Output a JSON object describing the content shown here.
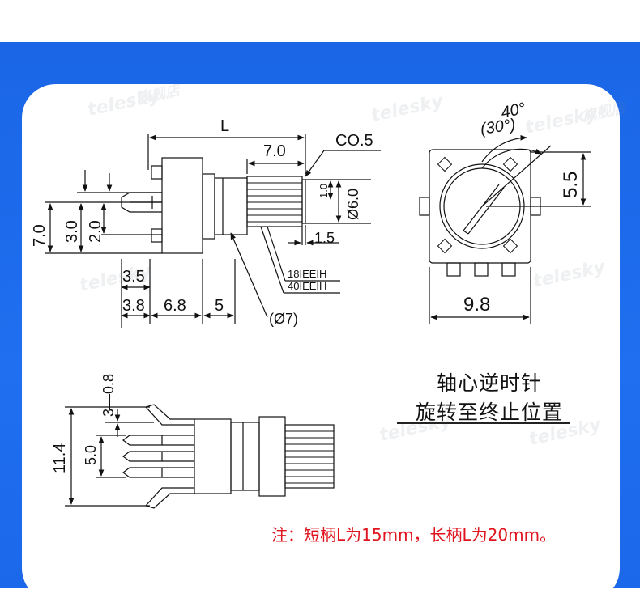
{
  "colors": {
    "page_blue": "#1f6ff0",
    "panel": "#ffffff",
    "line": "#111111",
    "note_red": "#e0141e"
  },
  "labels": {
    "L": "L",
    "d7_0": "7.0",
    "co": "CO.5",
    "d1_0": "1.0",
    "d6_0": "Ø6.0",
    "d1_5": "1.5",
    "d18": "18IEEIH",
    "d40": "40IEEIH",
    "d7_0v": "7.0",
    "d3_0": "3.0",
    "d2_0": "2.0",
    "d3_5": "3.5",
    "d3_8": "3.8",
    "d6_8": "6.8",
    "d5": "5",
    "phi7": "(Ø7)",
    "ang40": "40°",
    "ang30": "(30°)",
    "d5_5": "5.5",
    "d9_8": "9.8",
    "d3_08": "3—0.8",
    "d11_4": "11.4",
    "d5_0": "5.0"
  },
  "notes": {
    "line1": "轴心逆时针",
    "line2": "旋转至终止位置",
    "footnote": "注：短柄L为15mm，长柄L为20mm。"
  },
  "watermark": {
    "brand": "telesky",
    "shop": "旗舰店"
  }
}
